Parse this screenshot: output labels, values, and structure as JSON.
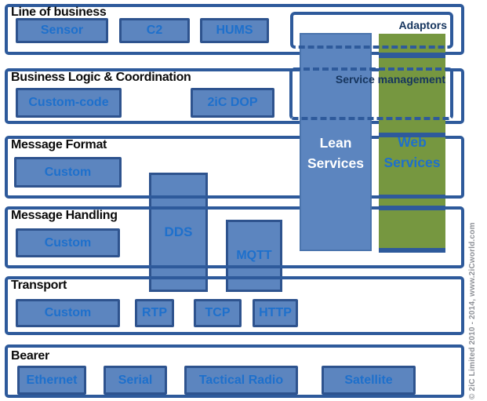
{
  "colors": {
    "frame_border": "#2e5a9b",
    "box_border": "#2e538e",
    "box_fill": "#5c85bf",
    "box_text": "#1e70cc",
    "green_fill": "#769740",
    "navy_text": "#16355e",
    "row_label": "#0b0b0b",
    "white_text": "#ffffff",
    "copyright_text": "#8f9298",
    "background": "#ffffff"
  },
  "rows": [
    {
      "label": "Line of business",
      "boxes": [
        {
          "label": "Sensor"
        },
        {
          "label": "C2"
        },
        {
          "label": "HUMS"
        }
      ]
    },
    {
      "label": "Business Logic & Coordination",
      "boxes": [
        {
          "label": "Custom-code"
        },
        {
          "label": "2iC DOP"
        }
      ]
    },
    {
      "label": "Message Format",
      "boxes": [
        {
          "label": "Custom"
        }
      ]
    },
    {
      "label": "Message Handling",
      "boxes": [
        {
          "label": "Custom"
        }
      ]
    },
    {
      "label": "Transport",
      "boxes": [
        {
          "label": "Custom"
        },
        {
          "label": "RTP"
        },
        {
          "label": "TCP"
        },
        {
          "label": "HTTP"
        }
      ]
    },
    {
      "label": "Bearer",
      "boxes": [
        {
          "label": "Ethernet"
        },
        {
          "label": "Serial"
        },
        {
          "label": "Tactical Radio"
        },
        {
          "label": "Satellite"
        }
      ]
    }
  ],
  "columns": {
    "dds": {
      "label": "DDS"
    },
    "mqtt": {
      "label": "MQTT"
    },
    "lean_services": {
      "label": "Lean Services"
    },
    "web_services": {
      "label": "Web Services"
    }
  },
  "overlays": {
    "adaptors_label": "Adaptors",
    "service_management_label": "Service management"
  },
  "copyright": "© 2iC Limited 2010 - 2014, www.2iCworld.com"
}
